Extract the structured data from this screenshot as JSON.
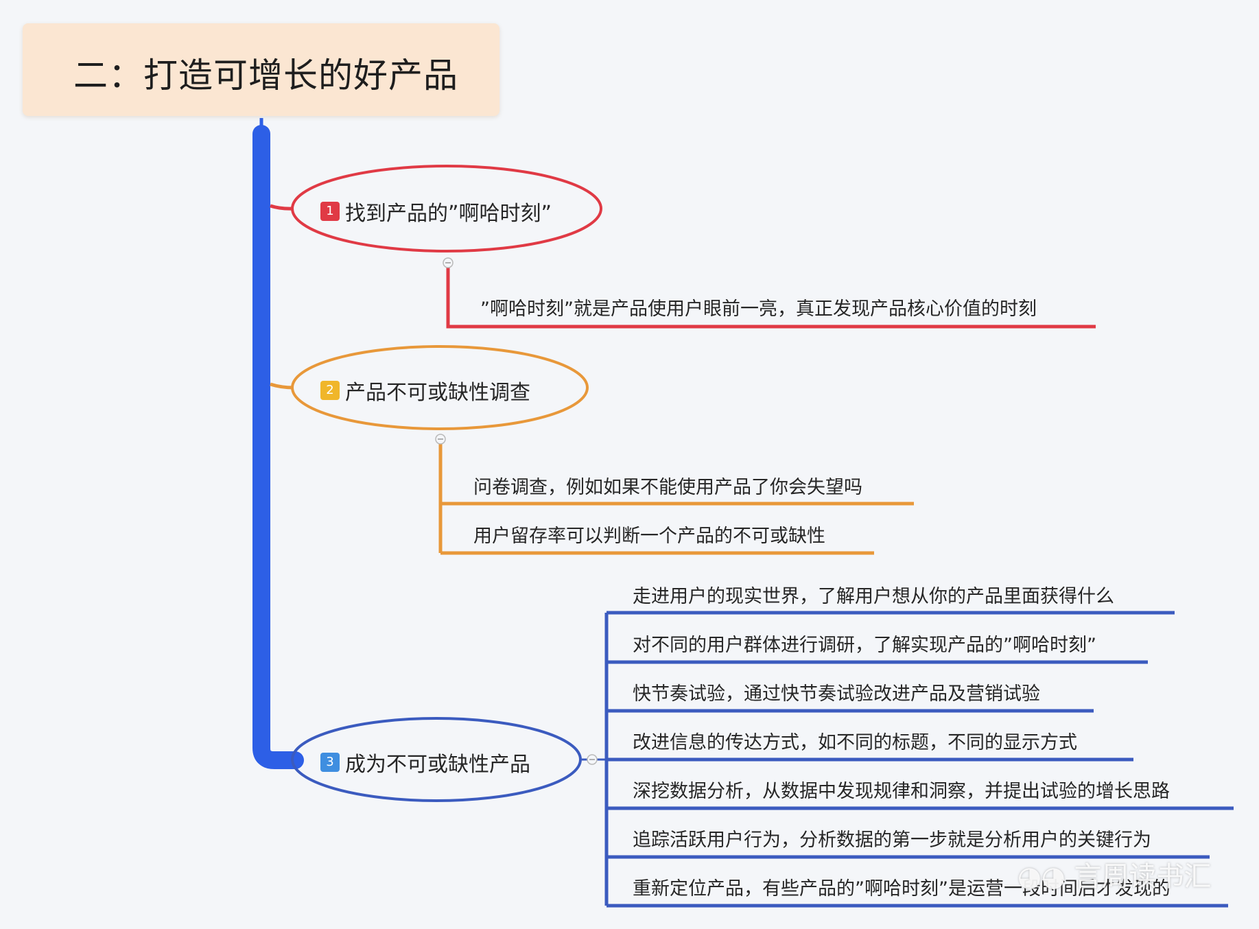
{
  "title": "二：打造可增长的好产品",
  "colors": {
    "trunk": "#2d5fe6",
    "red": "#e03a45",
    "orange": "#e8983a",
    "blue": "#3b5bbf"
  },
  "topics": [
    {
      "number": "1",
      "label": "找到产品的”啊哈时刻”",
      "color": "#e03a45",
      "children": [
        "”啊哈时刻”就是产品使用户眼前一亮，真正发现产品核心价值的时刻"
      ]
    },
    {
      "number": "2",
      "label": "产品不可或缺性调查",
      "color": "#e8983a",
      "children": [
        "问卷调查，例如如果不能使用产品了你会失望吗",
        "用户留存率可以判断一个产品的不可或缺性"
      ]
    },
    {
      "number": "3",
      "label": "成为不可或缺性产品",
      "color": "#3b5bbf",
      "children": [
        "走进用户的现实世界，了解用户想从你的产品里面获得什么",
        "对不同的用户群体进行调研，了解实现产品的”啊哈时刻”",
        "快节奏试验，通过快节奏试验改进产品及营销试验",
        "改进信息的传达方式，如不同的标题，不同的显示方式",
        "深挖数据分析，从数据中发现规律和洞察，并提出试验的增长思路",
        "追踪活跃用户行为，分析数据的第一步就是分析用户的关键行为",
        "重新定位产品，有些产品的”啊哈时刻”是运营一段时间后才发现的"
      ]
    }
  ],
  "watermark": "言周读书汇"
}
